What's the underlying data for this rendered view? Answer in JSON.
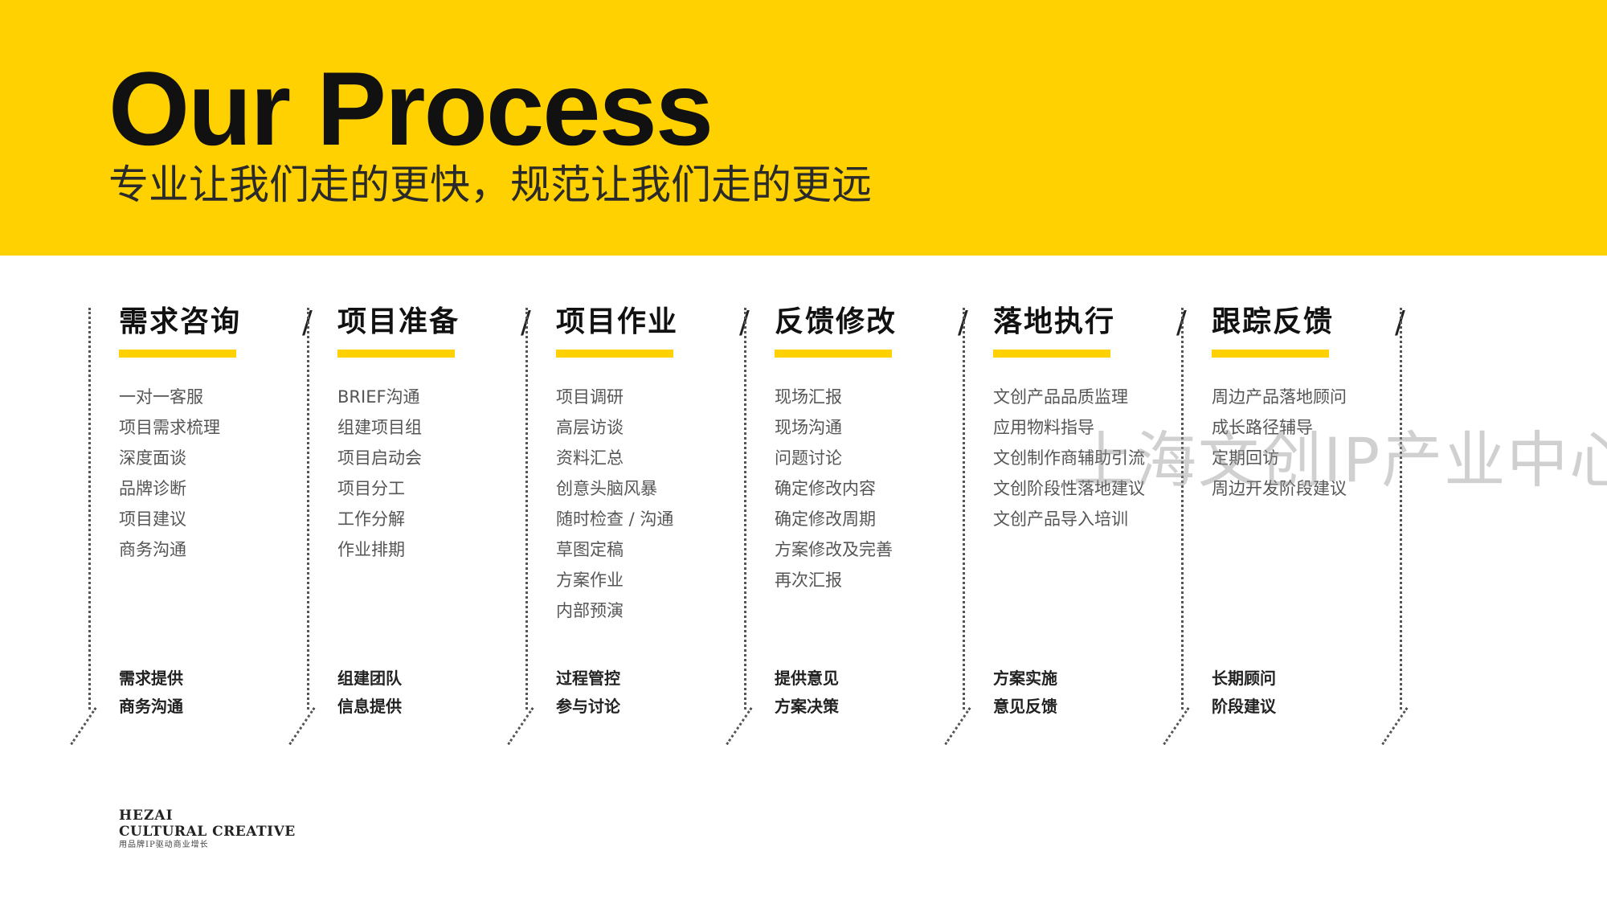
{
  "header": {
    "title": "Our Process",
    "subtitle": "专业让我们走的更快，规范让我们走的更远"
  },
  "colors": {
    "accent": "#FFD100",
    "text_dark": "#111111",
    "text_muted": "#555555"
  },
  "columns": [
    {
      "title": "需求咨询",
      "slash": "/",
      "items": [
        "一对一客服",
        "项目需求梳理",
        "深度面谈",
        "品牌诊断",
        "项目建议",
        "商务沟通"
      ],
      "roles": [
        "需求提供",
        "商务沟通"
      ]
    },
    {
      "title": "项目准备",
      "slash": "/",
      "items": [
        "BRIEF沟通",
        "组建项目组",
        "项目启动会",
        "项目分工",
        "工作分解",
        "作业排期"
      ],
      "roles": [
        "组建团队",
        "信息提供"
      ]
    },
    {
      "title": "项目作业",
      "slash": "/",
      "items": [
        "项目调研",
        "高层访谈",
        "资料汇总",
        "创意头脑风暴",
        "随时检查 / 沟通",
        "草图定稿",
        "方案作业",
        "内部预演"
      ],
      "roles": [
        "过程管控",
        "参与讨论"
      ]
    },
    {
      "title": "反馈修改",
      "slash": "/",
      "items": [
        "现场汇报",
        "现场沟通",
        "问题讨论",
        "确定修改内容",
        "确定修改周期",
        "方案修改及完善",
        "再次汇报"
      ],
      "roles": [
        "提供意见",
        "方案决策"
      ]
    },
    {
      "title": "落地执行",
      "slash": "/",
      "items": [
        "文创产品品质监理",
        "应用物料指导",
        "文创制作商辅助引流",
        "文创阶段性落地建议",
        "文创产品导入培训"
      ],
      "roles": [
        "方案实施",
        "意见反馈"
      ]
    },
    {
      "title": "跟踪反馈",
      "slash": "/",
      "items": [
        "周边产品落地顾问",
        "成长路径辅导",
        "定期回访",
        "周边开发阶段建议"
      ],
      "roles": [
        "长期顾问",
        "阶段建议"
      ]
    }
  ],
  "watermark": "上海文创IP产业中心",
  "logo": {
    "line1": "HEZAI",
    "line2": "CULTURAL CREATIVE",
    "line3": "用品牌IP驱动商业增长"
  }
}
